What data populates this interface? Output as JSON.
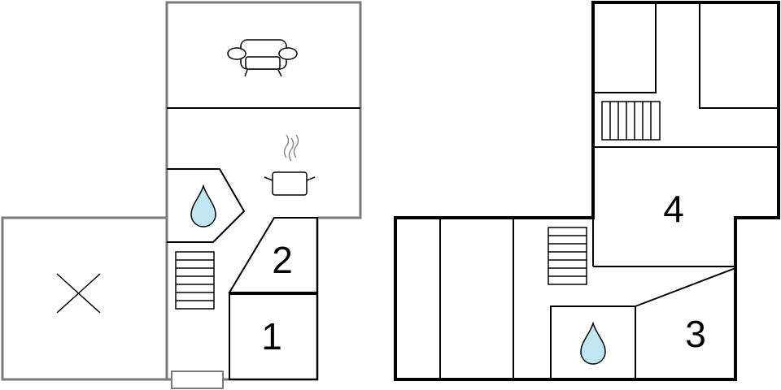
{
  "rooms": {
    "bedroom_1": "1",
    "bedroom_2": "2",
    "bedroom_3": "3",
    "bedroom_4": "4"
  },
  "colors": {
    "ground_floor_walls": "#7a7a7a",
    "upper_floor_walls": "#000000",
    "interior_lines": "#000000",
    "water_drop_fill": "#bfe6f2",
    "steam": "#8a8a8a",
    "background": "#ffffff"
  },
  "icons": {
    "living_room": "sofa-icon",
    "kitchen": "cooking-pot-icon",
    "bathrooms": "water-drop-icon",
    "stairs": "stairs-icon",
    "outdoor_area": "cross-icon",
    "entrance": "door-mat-icon"
  }
}
